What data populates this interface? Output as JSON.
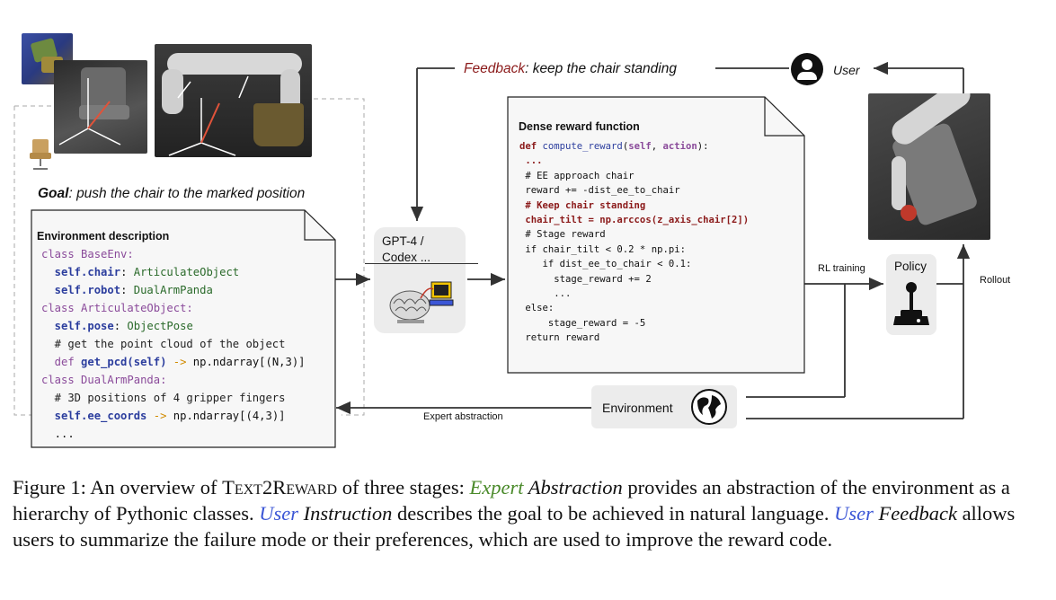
{
  "feedback": {
    "label": "Feedback",
    "text": ": keep the chair standing"
  },
  "user_label": "User",
  "goal": {
    "label": "Goal",
    "text": ":  push the chair to the marked position"
  },
  "env_desc": {
    "title": "Environment description",
    "lines": [
      {
        "parts": [
          {
            "t": "class ",
            "c": "kw"
          },
          {
            "t": "BaseEnv:",
            "c": "cls"
          }
        ]
      },
      {
        "parts": [
          {
            "t": "  self.chair",
            "c": "attr"
          },
          {
            "t": ": ",
            "c": ""
          },
          {
            "t": "ArticulateObject",
            "c": "type"
          }
        ]
      },
      {
        "parts": [
          {
            "t": "  self.robot",
            "c": "attr"
          },
          {
            "t": ": ",
            "c": ""
          },
          {
            "t": "DualArmPanda",
            "c": "type"
          }
        ]
      },
      {
        "parts": [
          {
            "t": "class ",
            "c": "kw"
          },
          {
            "t": "ArticulateObject:",
            "c": "cls"
          }
        ]
      },
      {
        "parts": [
          {
            "t": "  self.pose",
            "c": "attr"
          },
          {
            "t": ": ",
            "c": ""
          },
          {
            "t": "ObjectPose",
            "c": "type"
          }
        ]
      },
      {
        "parts": [
          {
            "t": "  # get the point cloud of the object",
            "c": "cmt"
          }
        ]
      },
      {
        "parts": [
          {
            "t": "  def ",
            "c": "kw"
          },
          {
            "t": "get_pcd(self)",
            "c": "attr"
          },
          {
            "t": " -> ",
            "c": "arr"
          },
          {
            "t": "np.ndarray[(N,3)]",
            "c": ""
          }
        ]
      },
      {
        "parts": [
          {
            "t": "class ",
            "c": "kw"
          },
          {
            "t": "DualArmPanda:",
            "c": "cls"
          }
        ]
      },
      {
        "parts": [
          {
            "t": "  # 3D positions of 4 gripper fingers",
            "c": "cmt"
          }
        ]
      },
      {
        "parts": [
          {
            "t": "  self.ee_coords",
            "c": "attr"
          },
          {
            "t": " -> ",
            "c": "arr"
          },
          {
            "t": "np.ndarray[(4,3)]",
            "c": ""
          }
        ]
      },
      {
        "parts": [
          {
            "t": "  ...",
            "c": ""
          }
        ]
      }
    ]
  },
  "llm_label": "GPT-4 /\nCodex ...",
  "reward": {
    "title": "Dense reward function",
    "lines": [
      {
        "parts": [
          {
            "t": "def ",
            "c": "red"
          },
          {
            "t": "compute_reward",
            "c": "fn"
          },
          {
            "t": "(",
            "c": ""
          },
          {
            "t": "self",
            "c": "self"
          },
          {
            "t": ", ",
            "c": ""
          },
          {
            "t": "action",
            "c": "self"
          },
          {
            "t": "):",
            "c": ""
          }
        ]
      },
      {
        "parts": [
          {
            "t": " ...",
            "c": "red"
          }
        ]
      },
      {
        "parts": [
          {
            "t": " # EE approach chair",
            "c": ""
          }
        ]
      },
      {
        "parts": [
          {
            "t": " reward += -dist_ee_to_chair",
            "c": ""
          }
        ]
      },
      {
        "parts": [
          {
            "t": " # Keep chair standing",
            "c": "red"
          }
        ]
      },
      {
        "parts": [
          {
            "t": " chair_tilt = np.arccos(z_axis_chair[2])",
            "c": "red"
          }
        ]
      },
      {
        "parts": [
          {
            "t": " # Stage reward",
            "c": ""
          }
        ]
      },
      {
        "parts": [
          {
            "t": " if chair_tilt < 0.2 * np.pi:",
            "c": ""
          }
        ]
      },
      {
        "parts": [
          {
            "t": "    if dist_ee_to_chair < 0.1:",
            "c": ""
          }
        ]
      },
      {
        "parts": [
          {
            "t": "      stage_reward += 2",
            "c": ""
          }
        ]
      },
      {
        "parts": [
          {
            "t": "      ...",
            "c": ""
          }
        ]
      },
      {
        "parts": [
          {
            "t": " else:",
            "c": ""
          }
        ]
      },
      {
        "parts": [
          {
            "t": "     stage_reward = -5",
            "c": ""
          }
        ]
      },
      {
        "parts": [
          {
            "t": " return reward",
            "c": ""
          }
        ]
      }
    ]
  },
  "rl_training": "RL training",
  "policy": "Policy",
  "rollout": "Rollout",
  "environment": "Environment",
  "expert_abstraction": "Expert abstraction",
  "caption": {
    "prefix": "Figure 1:  An overview of ",
    "name": "Text2Reward",
    "p1": " of three stages: ",
    "expert": "Expert",
    "abstraction": " Abstraction",
    "p2": " provides an abstraction of the environment as a hierarchy of Pythonic classes. ",
    "user1": "User",
    "instruction": " Instruction",
    "p3": " describes the goal to be achieved in natural language. ",
    "user2": "User",
    "feedback": " Feedback",
    "p4": " allows users to summarize the failure mode or their preferences, which are used to improve the reward code."
  },
  "colors": {
    "feedback_red": "#8b1a1a",
    "expert_green": "#4a8a2a",
    "user_blue": "#3b56d6"
  }
}
